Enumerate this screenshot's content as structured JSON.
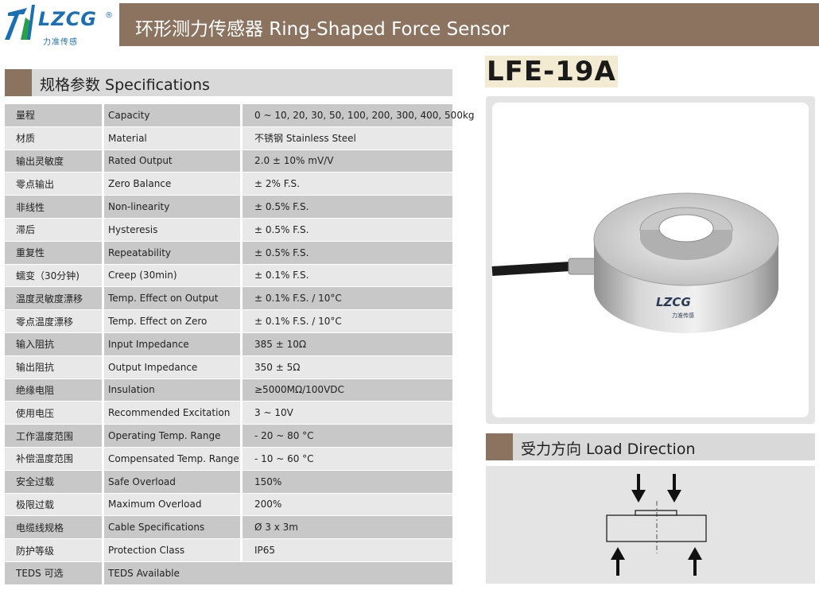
{
  "header": {
    "logo_text": "LZCG",
    "logo_subtitle": "力准传感",
    "logo_registered": "®",
    "title": "环形测力传感器  Ring-Shaped Force Sensor"
  },
  "specs_section": {
    "title": "规格参数 Specifications"
  },
  "specs": [
    {
      "cn": "量程",
      "en": "Capacity",
      "value": "0 ~ 10, 20, 30, 50, 100, 200, 300, 400, 500kg"
    },
    {
      "cn": "材质",
      "en": "Material",
      "value": "不锈钢 Stainless Steel"
    },
    {
      "cn": "输出灵敏度",
      "en": "Rated Output",
      "value": "2.0 ± 10% mV/V"
    },
    {
      "cn": "零点输出",
      "en": "Zero Balance",
      "value": "± 2% F.S."
    },
    {
      "cn": "非线性",
      "en": "Non-linearity",
      "value": "± 0.5% F.S."
    },
    {
      "cn": "滞后",
      "en": "Hysteresis",
      "value": "± 0.5% F.S."
    },
    {
      "cn": "重复性",
      "en": "Repeatability",
      "value": "± 0.5% F.S."
    },
    {
      "cn": "蠕变（30分钟)",
      "en": "Creep (30min)",
      "value": "± 0.1% F.S."
    },
    {
      "cn": "温度灵敏度漂移",
      "en": "Temp. Effect on Output",
      "value": "± 0.1% F.S. / 10°C"
    },
    {
      "cn": "零点温度漂移",
      "en": "Temp. Effect on Zero",
      "value": "± 0.1% F.S. / 10°C"
    },
    {
      "cn": "输入阻抗",
      "en": "Input Impedance",
      "value": "385 ± 10Ω"
    },
    {
      "cn": "输出阻抗",
      "en": "Output Impedance",
      "value": "350 ± 5Ω"
    },
    {
      "cn": "绝缘电阻",
      "en": "Insulation",
      "value": "≥5000MΩ/100VDC"
    },
    {
      "cn": "使用电压",
      "en": "Recommended Excitation",
      "value": "3 ~ 10V"
    },
    {
      "cn": "工作温度范围",
      "en": "Operating Temp. Range",
      "value": "- 20 ~ 80 °C"
    },
    {
      "cn": "补偿温度范围",
      "en": "Compensated Temp. Range",
      "value": "- 10 ~ 60 °C"
    },
    {
      "cn": "安全过载",
      "en": "Safe Overload",
      "value": "150%"
    },
    {
      "cn": "极限过载",
      "en": "Maximum Overload",
      "value": "200%"
    },
    {
      "cn": "电缆线规格",
      "en": "Cable Specifications",
      "value": "Ø 3 x 3m"
    },
    {
      "cn": "防护等级",
      "en": "Protection Class",
      "value": "IP65"
    },
    {
      "cn": "TEDS 可选",
      "en": "TEDS Available",
      "value": ""
    }
  ],
  "product": {
    "model": "LFE-19A",
    "engraved_logo": "LZCG",
    "engraved_subtitle": "力准传感"
  },
  "load_section": {
    "title": "受力方向 Load Direction"
  },
  "colors": {
    "brand_brown": "#8b7360",
    "logo_blue": "#1a6fb5",
    "row_dark": "#c8c8c8",
    "row_light": "#e8e8e8",
    "model_highlight": "#f3ead2"
  }
}
